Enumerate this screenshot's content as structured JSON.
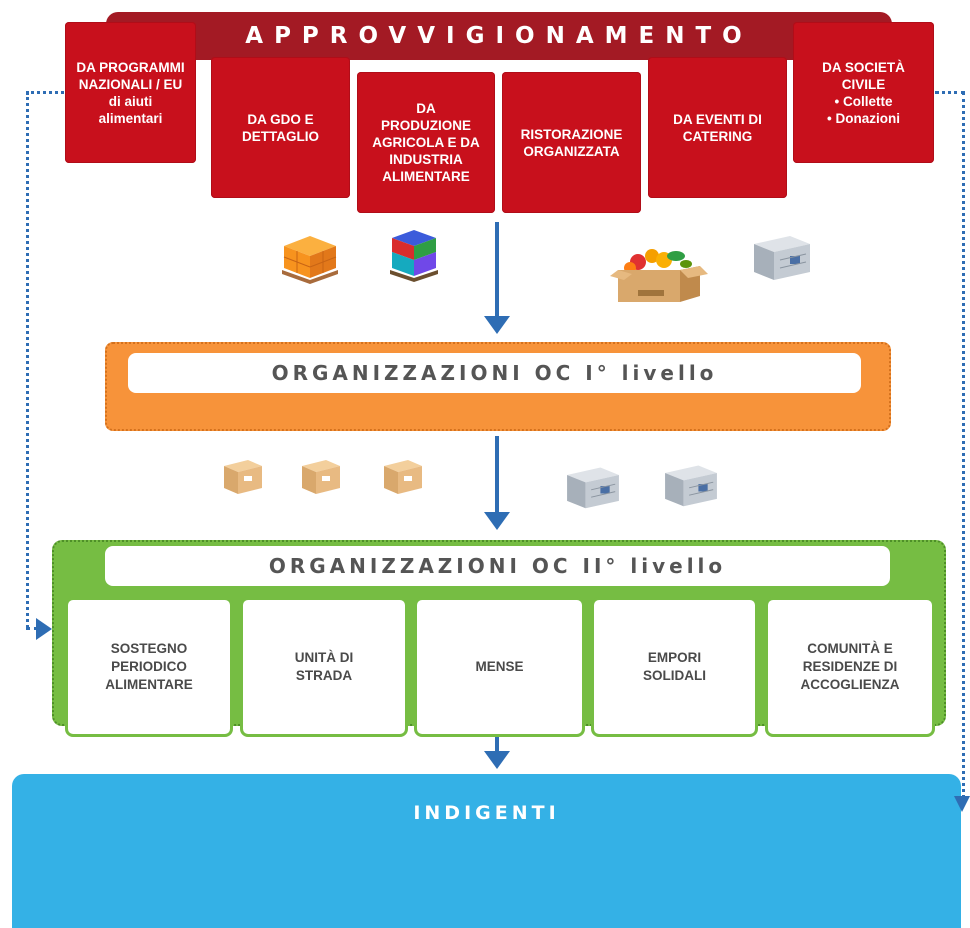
{
  "supply": {
    "title": "APPROVVIGIONAMENTO",
    "sources": [
      {
        "lines": [
          "DA PROGRAMMI",
          "NAZIONALI / EU",
          "di aiuti",
          "alimentari"
        ]
      },
      {
        "lines": [
          "DA GDO E",
          "DETTAGLIO"
        ]
      },
      {
        "lines": [
          "DA",
          "PRODUZIONE",
          "AGRICOLA E DA",
          "INDUSTRIA",
          "ALIMENTARE"
        ]
      },
      {
        "lines": [
          "RISTORAZIONE",
          "ORGANIZZATA"
        ]
      },
      {
        "lines": [
          "DA EVENTI DI",
          "CATERING"
        ]
      },
      {
        "lines": [
          "DA SOCIETÀ",
          "CIVILE",
          "• Collette",
          "• Donazioni"
        ]
      }
    ]
  },
  "level1": {
    "title": "ORGANIZZAZIONI OC I° livello"
  },
  "level2": {
    "title": "ORGANIZZAZIONI OC II° livello",
    "services": [
      {
        "lines": [
          "SOSTEGNO",
          "PERIODICO",
          "ALIMENTARE"
        ]
      },
      {
        "lines": [
          "UNITÀ DI",
          "STRADA"
        ]
      },
      {
        "lines": [
          "MENSE"
        ]
      },
      {
        "lines": [
          "EMPORI",
          "SOLIDALI"
        ]
      },
      {
        "lines": [
          "COMUNITÀ E",
          "RESIDENZE DI",
          "ACCOGLIENZA"
        ]
      }
    ]
  },
  "recipients": {
    "title": "INDIGENTI"
  },
  "colors": {
    "supply_dark": "#a31a24",
    "supply_red": "#c8101c",
    "level1_orange": "#f7933a",
    "level2_green": "#76bd43",
    "recipients_blue": "#34b1e6",
    "arrow_blue": "#2e6db4"
  },
  "icons": {
    "row1": [
      "orange-pallet-icon",
      "mixed-pallet-icon",
      "food-box-icon",
      "gray-crate-icon"
    ],
    "row2": [
      "cardboard-box-icon",
      "cardboard-box-icon",
      "cardboard-box-icon",
      "gray-crate-icon",
      "gray-crate-icon"
    ]
  }
}
